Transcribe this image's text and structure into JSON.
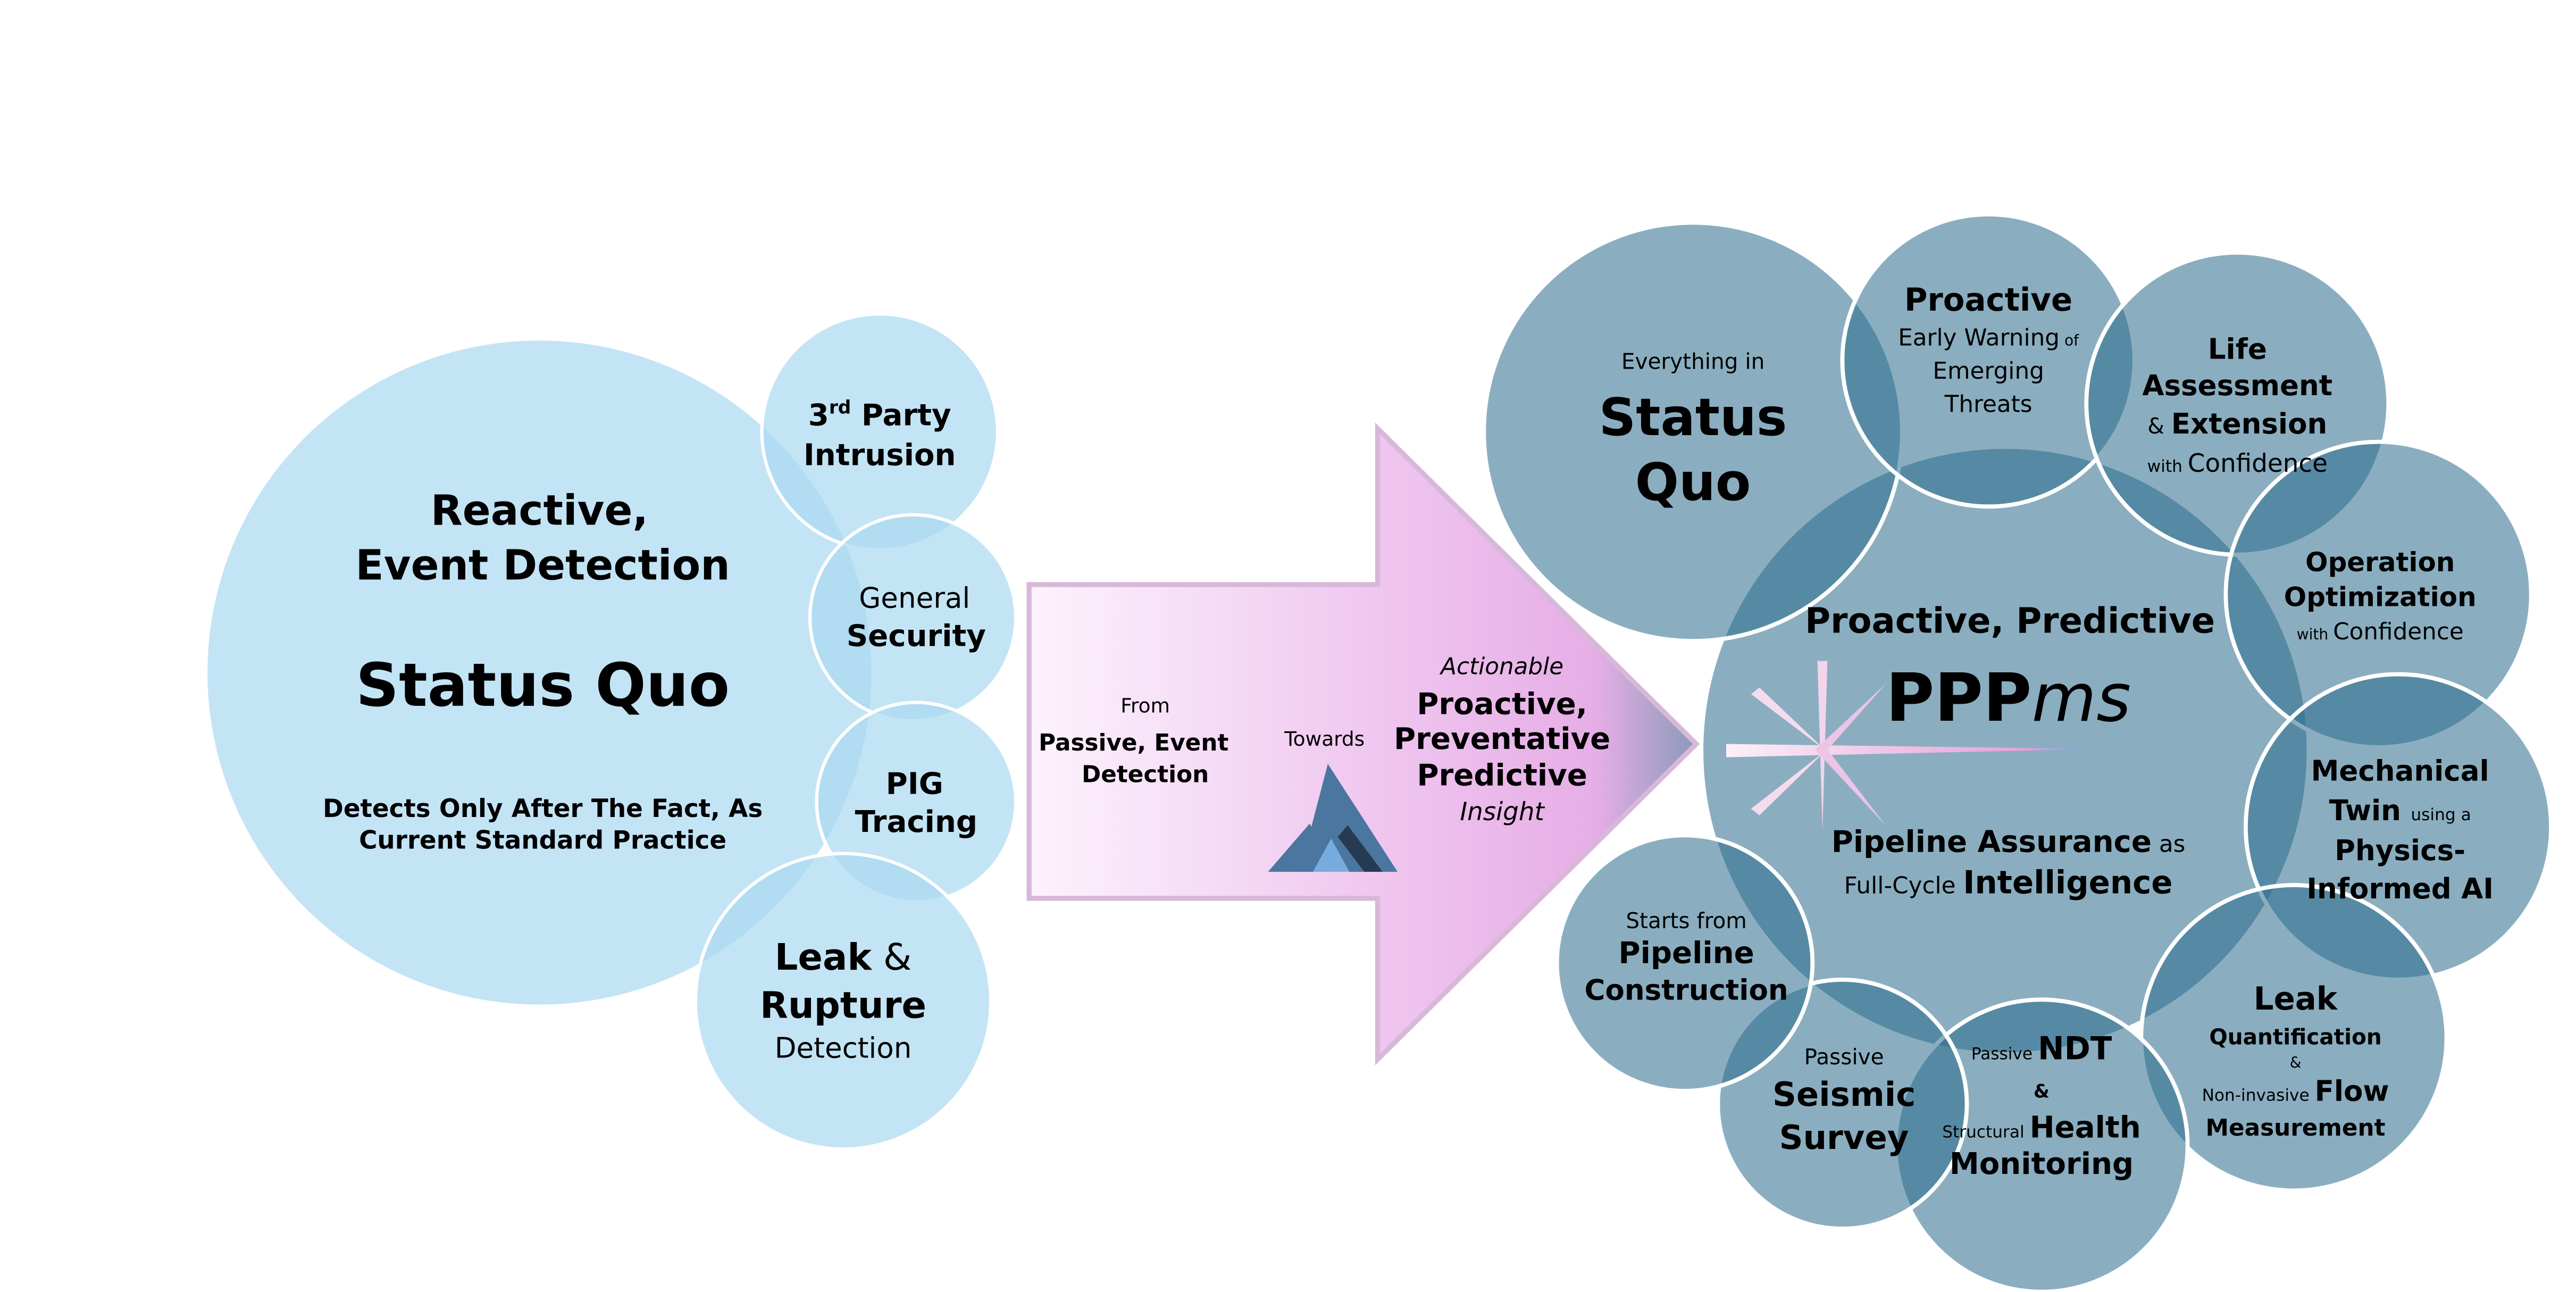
{
  "left": {
    "main": {
      "line1": "Reactive,",
      "line2": "Event Detection",
      "title": "Status Quo",
      "desc1": "Detects Only After The Fact, As",
      "desc2": "Current Standard Practice"
    },
    "third_party": {
      "num": "3",
      "sup": "rd",
      "word": " Party",
      "line2": "Intrusion"
    },
    "security": {
      "line1": "General",
      "line2": "Security"
    },
    "pig": {
      "line1": "PIG",
      "line2": "Tracing"
    },
    "leak": {
      "leak": "Leak",
      "amp": " &",
      "line2": "Rupture",
      "line3": "Detection"
    }
  },
  "arrow": {
    "from": "From",
    "from_bold1": "Passive, Event",
    "from_bold2": "Detection",
    "towards": "Towards",
    "actionable": "Actionable",
    "t1": "Proactive,",
    "t2": "Preventative",
    "t3": "Predictive",
    "insight": "Insight"
  },
  "right": {
    "status_quo": {
      "small": "Everything in",
      "l1": "Status",
      "l2": "Quo"
    },
    "proactive": {
      "l1": "Proactive",
      "l2a": "Early Warning",
      "l2b": " of",
      "l3": "Emerging",
      "l4": "Threats"
    },
    "life": {
      "l1": "Life",
      "l2": "Assessment",
      "l3a": "& ",
      "l3b": "Extension",
      "l4a": "with ",
      "l4b": "Confidence"
    },
    "operation": {
      "l1": "Operation",
      "l2": "Optimization",
      "l3a": "with ",
      "l3b": "Confidence"
    },
    "center": {
      "top_a": "Proactive, ",
      "top_b": "Predictive",
      "ppp": "PPP",
      "ms": "ms",
      "pa": "Pipeline Assurance",
      "as": " as",
      "fc": "Full-Cycle ",
      "intel": "Intelligence"
    },
    "mechanical": {
      "l1": "Mechanical",
      "l2a": "Twin ",
      "l2b": "using a",
      "l3": "Physics-",
      "l4": "Informed AI"
    },
    "leak": {
      "l1": "Leak",
      "l2": "Quantification",
      "amp": "&",
      "l3a": "Non-invasive ",
      "l3b": "Flow",
      "l4": "Measurement"
    },
    "ndt": {
      "l1a": "Passive ",
      "l1b": "NDT",
      "amp": "&",
      "l2a": "Structural ",
      "l2b": "Health",
      "l3": "Monitoring"
    },
    "seismic": {
      "l1": "Passive",
      "l2": "Seismic",
      "l3": "Survey"
    },
    "starts": {
      "l1": "Starts from",
      "l2": "Pipeline",
      "l3": "Construction"
    }
  },
  "colors": {
    "left_circle": "#c2e4f4",
    "right_circle": "#8aaec0",
    "right_overlap": "#4e86a0",
    "arrow_light": "#fbf0fb",
    "arrow_dark": "#e8b0e8"
  }
}
